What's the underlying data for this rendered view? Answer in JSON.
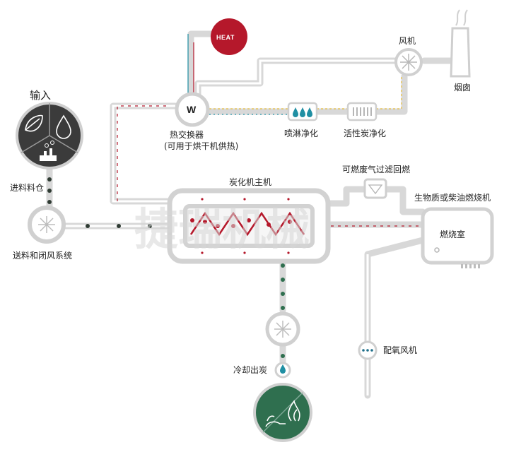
{
  "diagram": {
    "input_title": "输入",
    "feed_bin": "进料料仓",
    "feeder": "送料和闭风系统",
    "heat_exchanger": "热交换器",
    "heat_exchanger_note": "(可用于烘干机供热)",
    "heat": "HEAT",
    "w": "W",
    "spray": "喷淋净化",
    "carbon": "活性炭净化",
    "fan": "风机",
    "chimney": "烟囱",
    "carbonizer": "炭化机主机",
    "gas_filter": "可燃废气过滤回燃",
    "burner": "生物质或柴油燃烧机",
    "combustion": "燃烧室",
    "oxygen_fan": "配氧风机",
    "cooling": "冷却出炭",
    "watermark": "捷瑞机械"
  },
  "colors": {
    "pipe": "#d4d4d4",
    "pipe_dark": "#a8a8a8",
    "red": "#b5182b",
    "green": "#2f6f4f",
    "dark_input": "#3b3b3b",
    "teal": "#1f8fa3",
    "yellow": "#e2b938"
  }
}
